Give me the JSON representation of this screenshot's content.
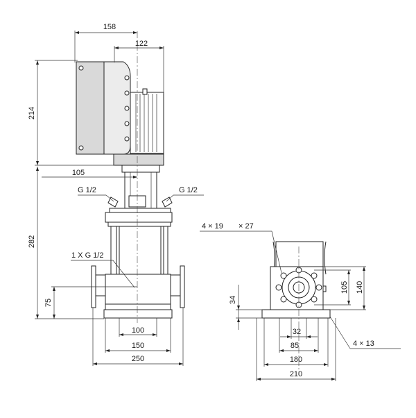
{
  "dimensions": {
    "motor_width_158": "158",
    "motor_width_122": "122",
    "motor_height_214": "214",
    "shaft_offset_105": "105",
    "pump_height_282": "282",
    "inlet_height_75": "75",
    "base_holes_100": "100",
    "base_width_150": "150",
    "base_width_250": "250",
    "side_height_34": "34",
    "flange_32": "32",
    "flange_85": "85",
    "side_base_180": "180",
    "side_base_210": "210",
    "flange_105": "105",
    "flange_140": "140"
  },
  "labels": {
    "gauge_left": "G 1/2",
    "gauge_right": "G 1/2",
    "drain_plug": "1 X G 1/2",
    "bolt_holes_prefix": "4 × 19",
    "bolt_holes_suffix": "× 27",
    "mount_holes": "4 × 13"
  }
}
